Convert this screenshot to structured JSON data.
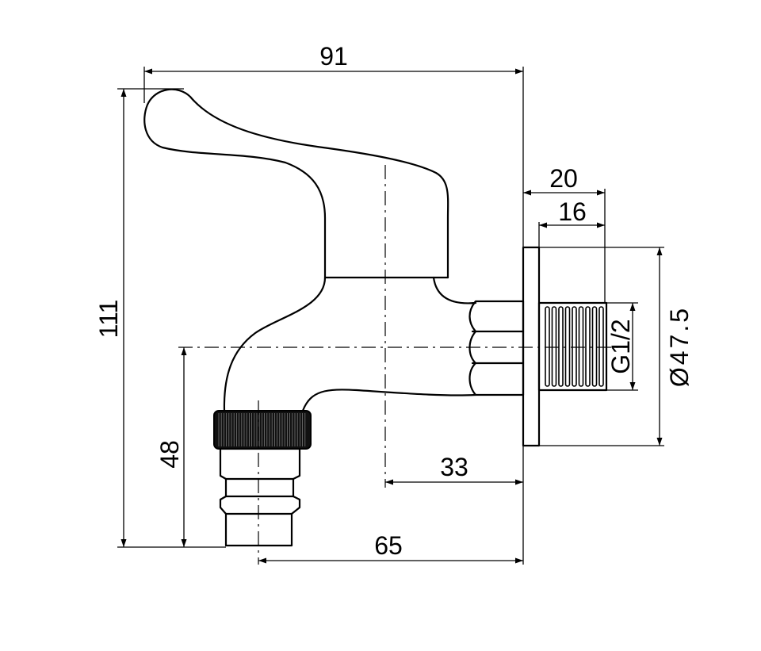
{
  "dimensions": {
    "overall_width": "91",
    "overall_height": "111",
    "flange_to_end": "20",
    "thread_length": "16",
    "flange_diameter": "Ø47.5",
    "thread_size": "G1/2",
    "spout_height": "48",
    "axis_to_wall": "33",
    "spout_to_wall": "65"
  }
}
